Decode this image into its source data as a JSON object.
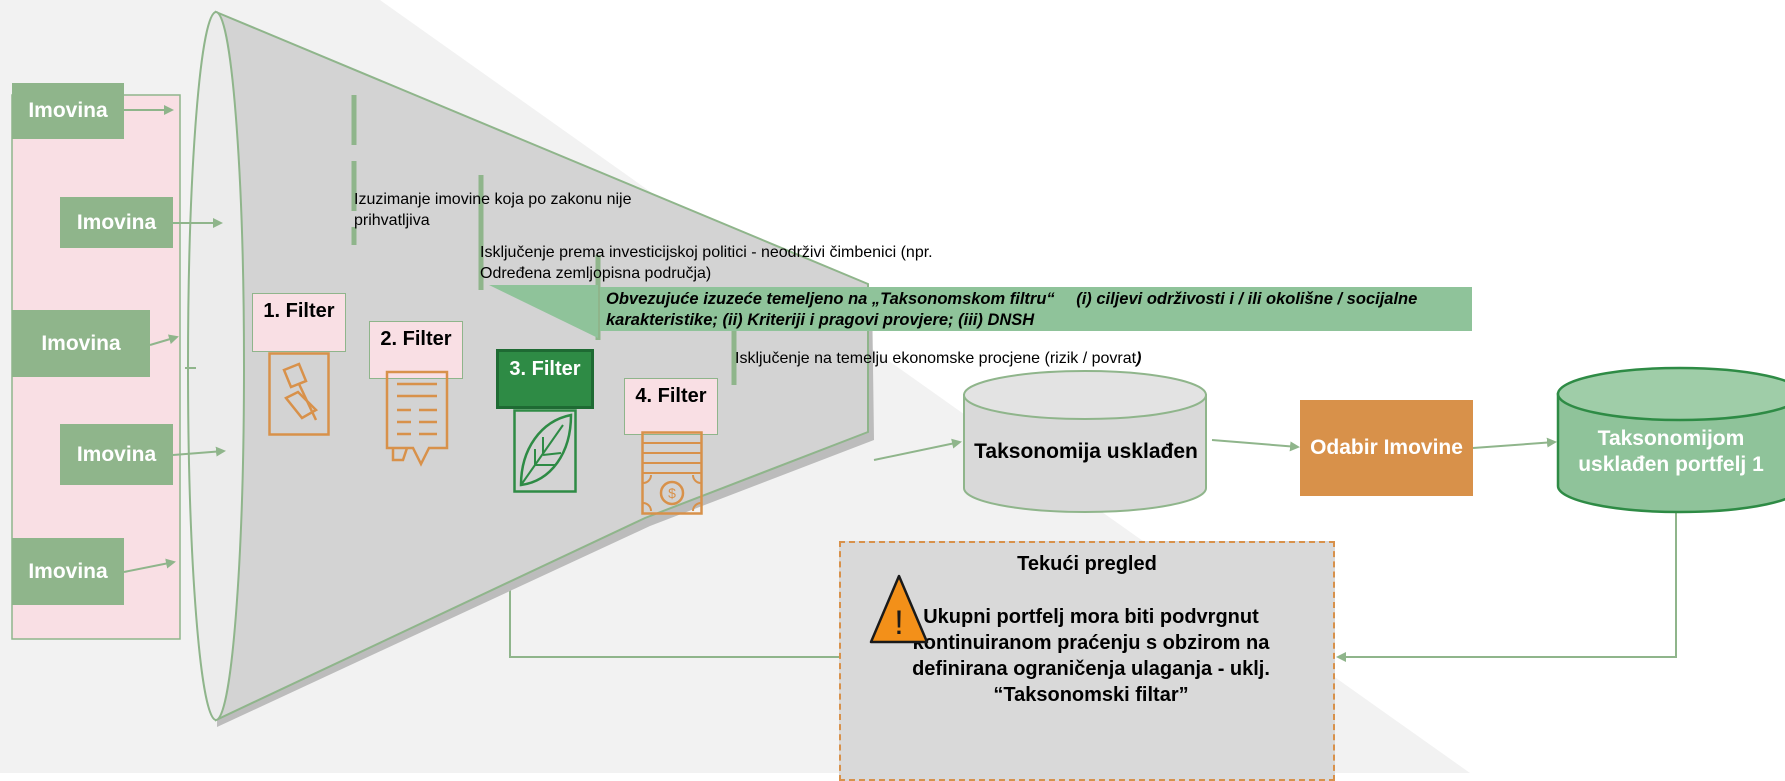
{
  "assets": [
    "Imovina",
    "Imovina",
    "Imovina",
    "Imovina",
    "Imovina"
  ],
  "filters": [
    {
      "label": "1. Filter",
      "icon": "gavel-icon"
    },
    {
      "label": "2. Filter",
      "icon": "document-icon"
    },
    {
      "label": "3. Filter",
      "icon": "leaf-icon"
    },
    {
      "label": "4. Filter",
      "icon": "money-icon"
    }
  ],
  "notes": {
    "legal": "Izuzimanje imovine koja po zakonu nije prihvatljiva",
    "policy": "Isključenje prema investicijskoj politici - neodrživi čimbenici (npr. Određena zemljopisna područja)",
    "taxonomy_banner": "Obvezujuće izuzeće temeljeno na „Taksonomskom filtru“  (i) ciljevi održivosti i / ili okolišne / socijalne karakteristike; (ii) Kriteriji i pragovi provjere; (iii) DNSH",
    "economic": "Isključenje na temelju ekonomske procjene (rizik / povrat",
    "economic_paren": ")"
  },
  "flow": {
    "aligned": "Taksonomija usklađen",
    "selection": "Odabir Imovine",
    "portfolio": "Taksonomijom usklađen portfelj 1"
  },
  "review": {
    "title": "Tekući pregled",
    "body": "Ukupni portfelj mora biti podvrgnut kontinuiranom praćenju s obzirom na definirana ograničenja ulaganja - uklj. “Taksonomski filtar”",
    "warning_mark": "!"
  },
  "colors": {
    "green": "#8fb58b",
    "dark_green": "#2e8b45",
    "orange": "#d8914a",
    "pink": "#f9dfe4",
    "funnel_gray": "#d3d3d3"
  }
}
